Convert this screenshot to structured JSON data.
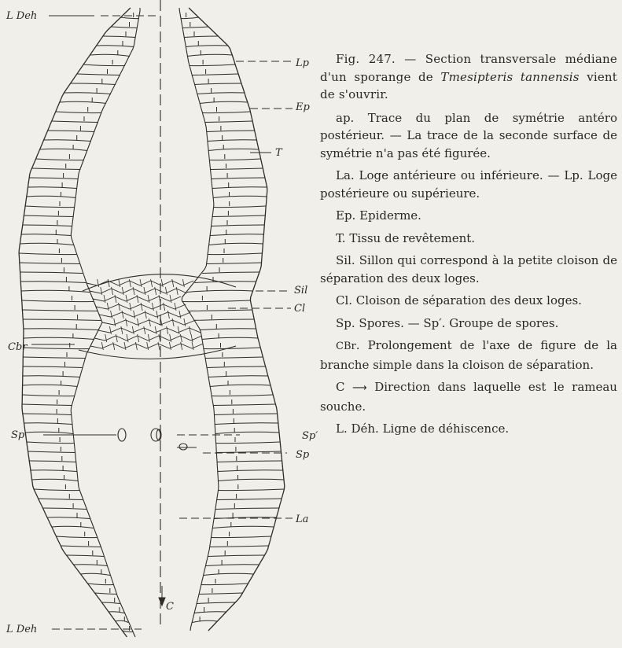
{
  "figure": {
    "labels": {
      "l_deh_top": "L Deh",
      "lp": "Lp",
      "ep": "Ep",
      "t": "T",
      "sil": "Sil",
      "cl": "Cl",
      "cbr": "Cbr",
      "sp_left": "Sp",
      "sp_prime": "Sp′",
      "sp_right": "Sp",
      "la": "La",
      "c_dir": "C",
      "l_deh_bottom": "L Deh"
    }
  },
  "caption": {
    "fig_head": "Fig. 247. — Section transversale médiane d'un sporange de",
    "species": "Tmesipteris tannensis",
    "fig_tail": "vient de s'ouvrir.",
    "items": [
      "ap. Trace du plan de symétrie antéro postérieur. — La trace de la seconde surface de symétrie n'a pas été figurée.",
      "La. Loge antérieure ou inférieure. — Lp. Loge postérieure ou supérieure.",
      "Ep. Epiderme.",
      "T. Tissu de revêtement.",
      "Sil. Sillon qui correspond à la petite cloison de séparation des deux loges.",
      "Cl. Cloison de séparation des deux loges.",
      "Sp. Spores. — Sp′. Groupe de spores."
    ],
    "cbr_label": "CBr",
    "cbr_text": ". Prolongement de l'axe de figure de la branche simple dans la cloison de séparation.",
    "c_label": "C",
    "c_arrow": "⟶",
    "c_text": "Direction dans laquelle est le rameau souche.",
    "ldeh_text": "L. Déh. Ligne de déhiscence."
  }
}
